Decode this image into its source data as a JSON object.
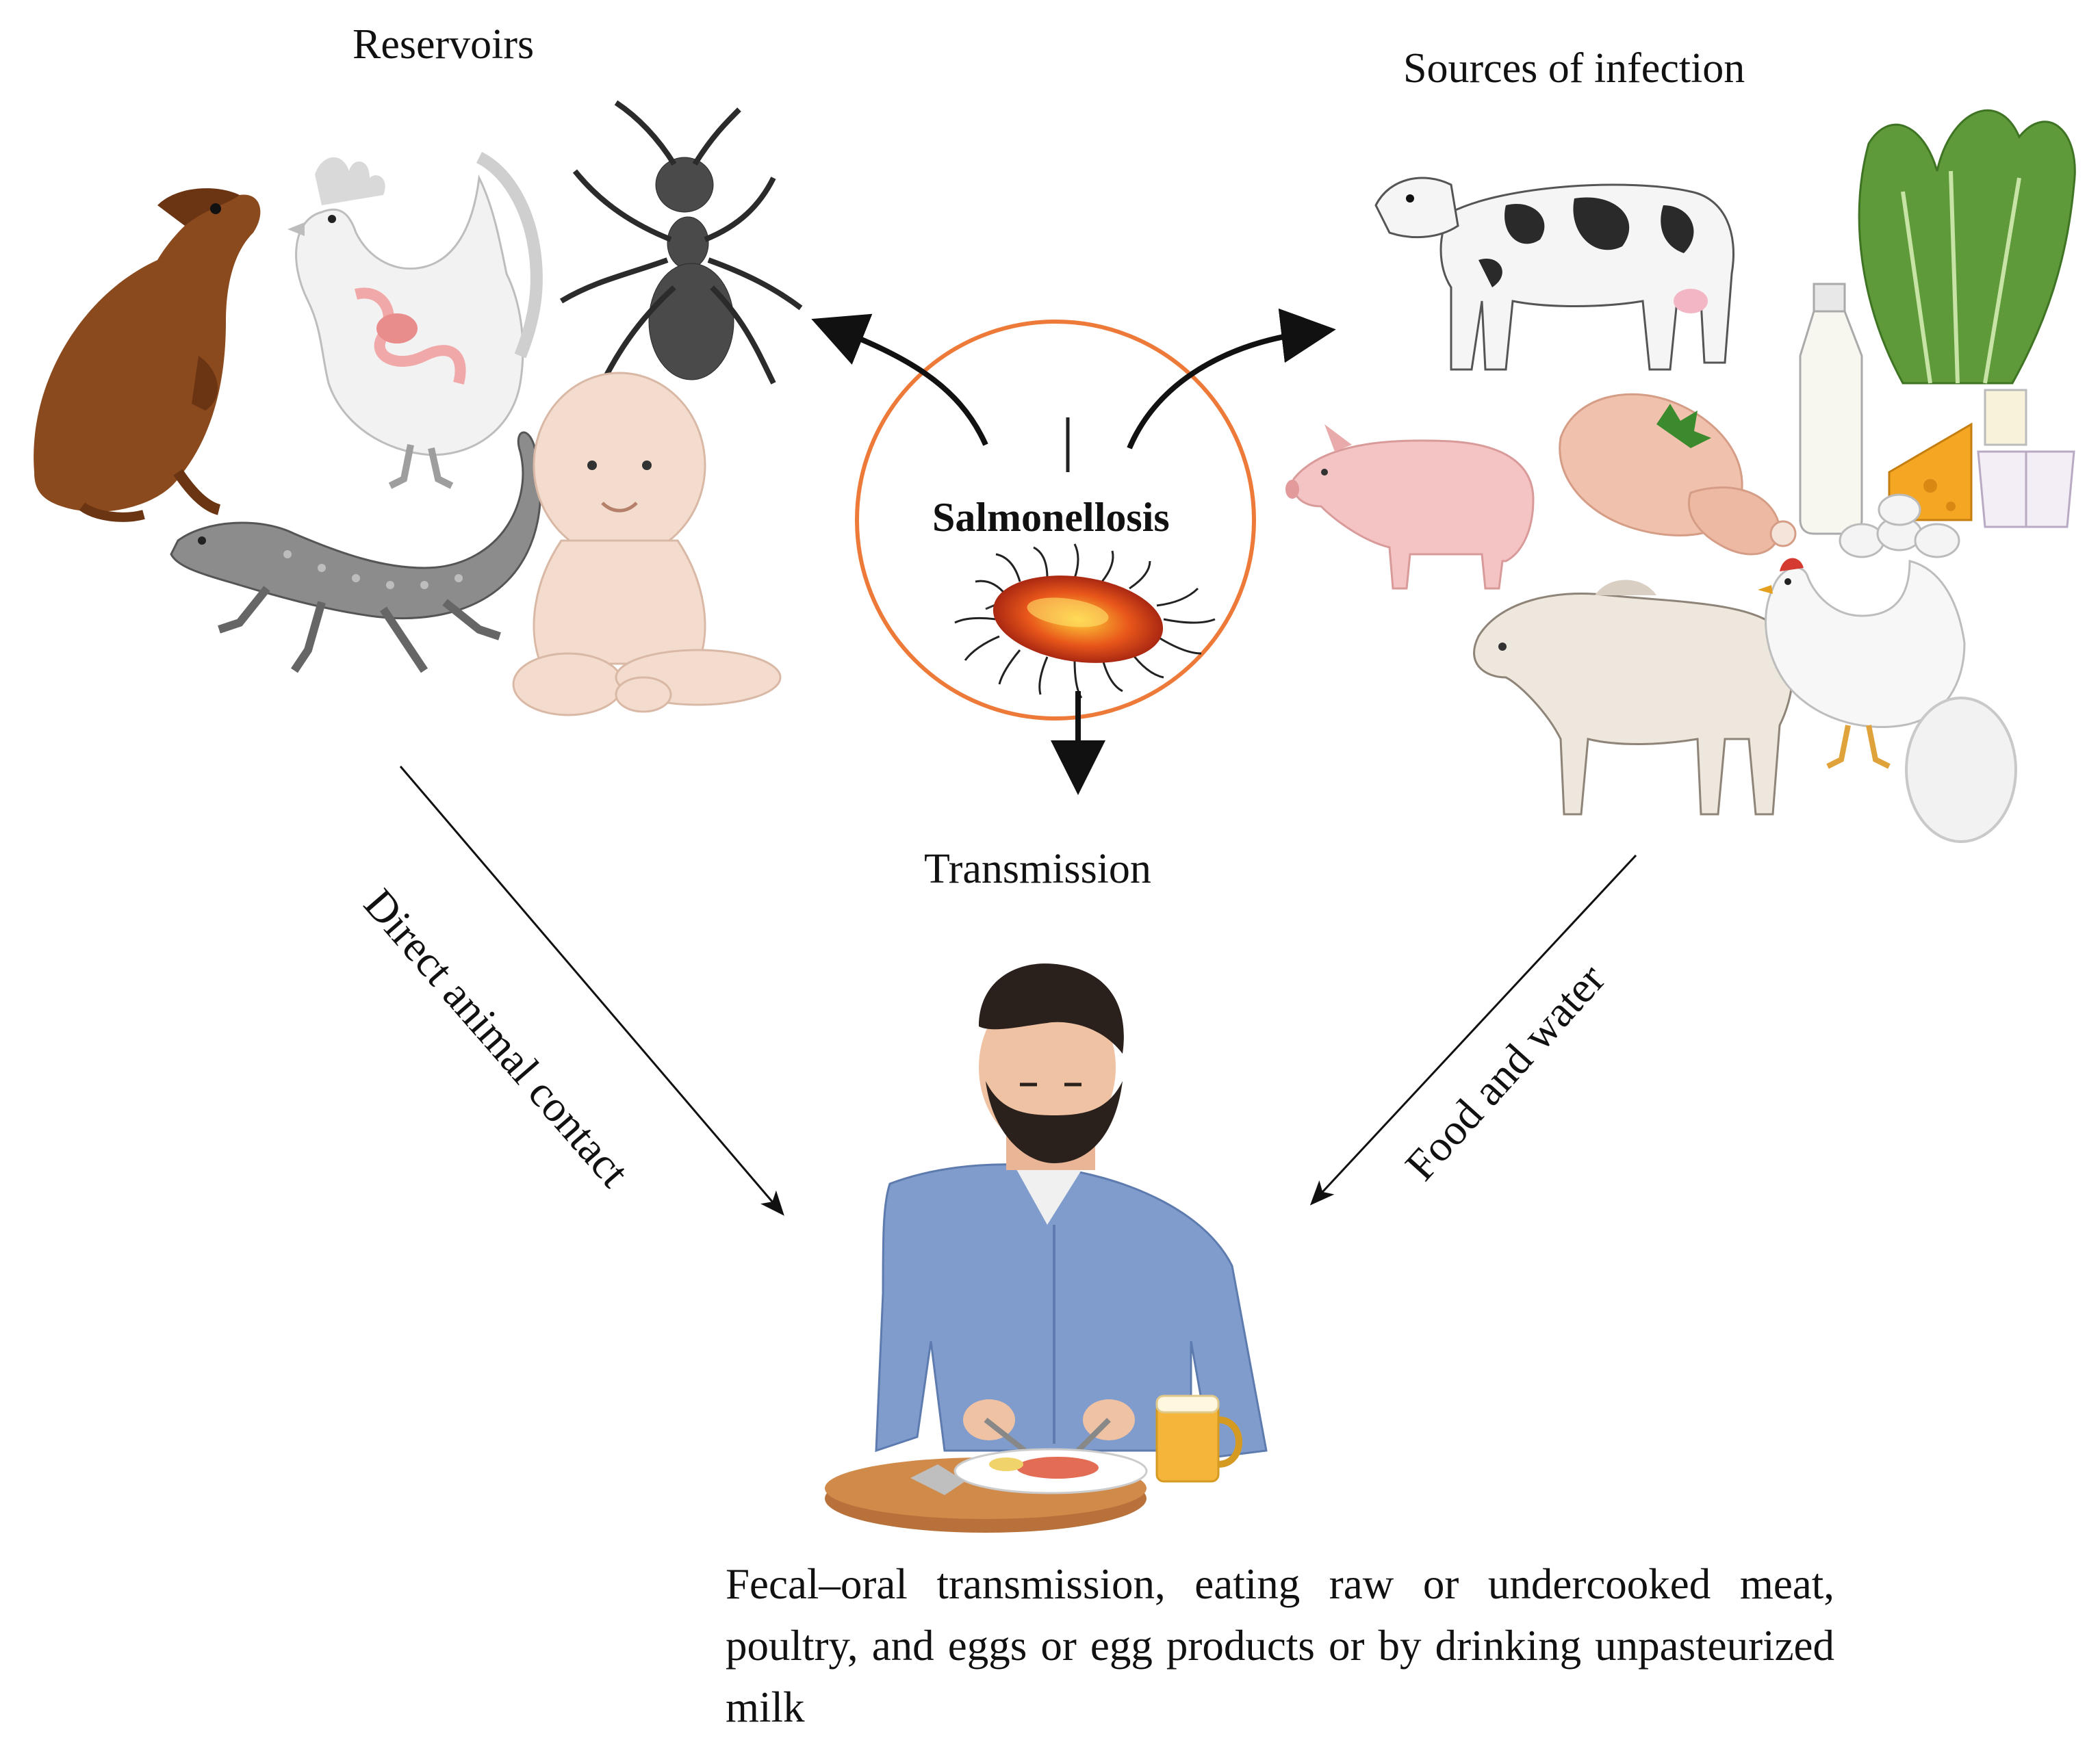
{
  "labels": {
    "reservoirs": "Reservoirs",
    "sources": "Sources of infection",
    "center": "Salmonellosis",
    "transmission": "Transmission",
    "direct_contact": "Direct animal contact",
    "food_water": "Food and water",
    "caption": "Fecal–oral transmission, eating raw or undercooked meat, poultry, and eggs or egg products or by drinking unpasteurized milk"
  },
  "colors": {
    "circle": "#ee7a3a",
    "arrow": "#111111",
    "skin": "#f2d8c8",
    "shirt": "#7f9ccc",
    "table": "#b8713a"
  },
  "icons": {
    "reservoirs": [
      "agouti-icon",
      "rooster-icon",
      "ant-icon",
      "lizard-icon",
      "baby-icon"
    ],
    "sources": [
      "cow-icon",
      "lettuce-icon",
      "milk-bottle-icon",
      "pig-icon",
      "chicken-legs-icon",
      "cheese-icon",
      "yogurt-icon",
      "eggs-icon",
      "zebu-icon",
      "hen-icon",
      "egg-icon"
    ],
    "center": [
      "bacterium-icon"
    ],
    "bottom": [
      "man-eating-icon"
    ]
  }
}
